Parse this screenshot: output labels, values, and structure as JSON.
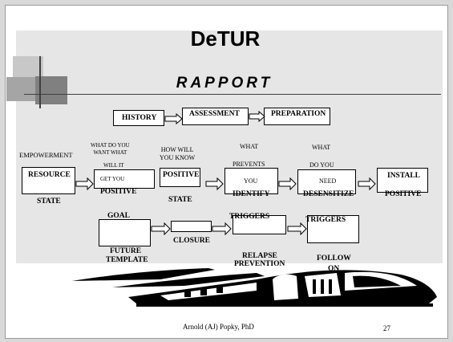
{
  "title": "DeTUR",
  "subtitle": "RAPPORT",
  "row1": {
    "history": "HISTORY",
    "assessment": "ASSESSMENT",
    "preparation": "PREPARATION"
  },
  "row2_questions": {
    "empowerment": "EMPOWERMENT",
    "what_do_you_want": "WHAT DO YOU\nWANT WHAT",
    "will_it": "WILL IT",
    "how_will_you_know": "HOW WILL\nYOU KNOW",
    "what_1": "WHAT",
    "prevents": "PREVENTS",
    "what_2": "WHAT",
    "do_you": "DO YOU"
  },
  "row2_boxes": {
    "resource": "RESOURCE",
    "state": "STATE",
    "get_you": "GET YOU",
    "positive": "POSITIVE",
    "goal": "GOAL",
    "positive_state_top": "POSITIVE",
    "positive_state_bottom": "STATE",
    "you": "YOU",
    "identify": "IDENTIFY",
    "need": "NEED",
    "desensitize": "DESENSITIZE",
    "install": "INSTALL",
    "install_positive": "POSITIVE"
  },
  "row3": {
    "future": "FUTURE",
    "template": "TEMPLATE",
    "closure": "CLOSURE",
    "triggers_1": "TRIGGERS",
    "relapse": "RELAPSE",
    "prevention": "PREVENTION",
    "triggers_2": "TRIGGERS",
    "follow": "FOLLOW",
    "on": "ON"
  },
  "footer": {
    "author": "Arnold (AJ) Popky, PhD",
    "page": "27"
  },
  "colors": {
    "band": "#e6e6e6",
    "deco_dark": "#7f7f7f",
    "deco_light": "#bfbfbf"
  },
  "icons": {
    "train": "locomotive-graphic"
  }
}
